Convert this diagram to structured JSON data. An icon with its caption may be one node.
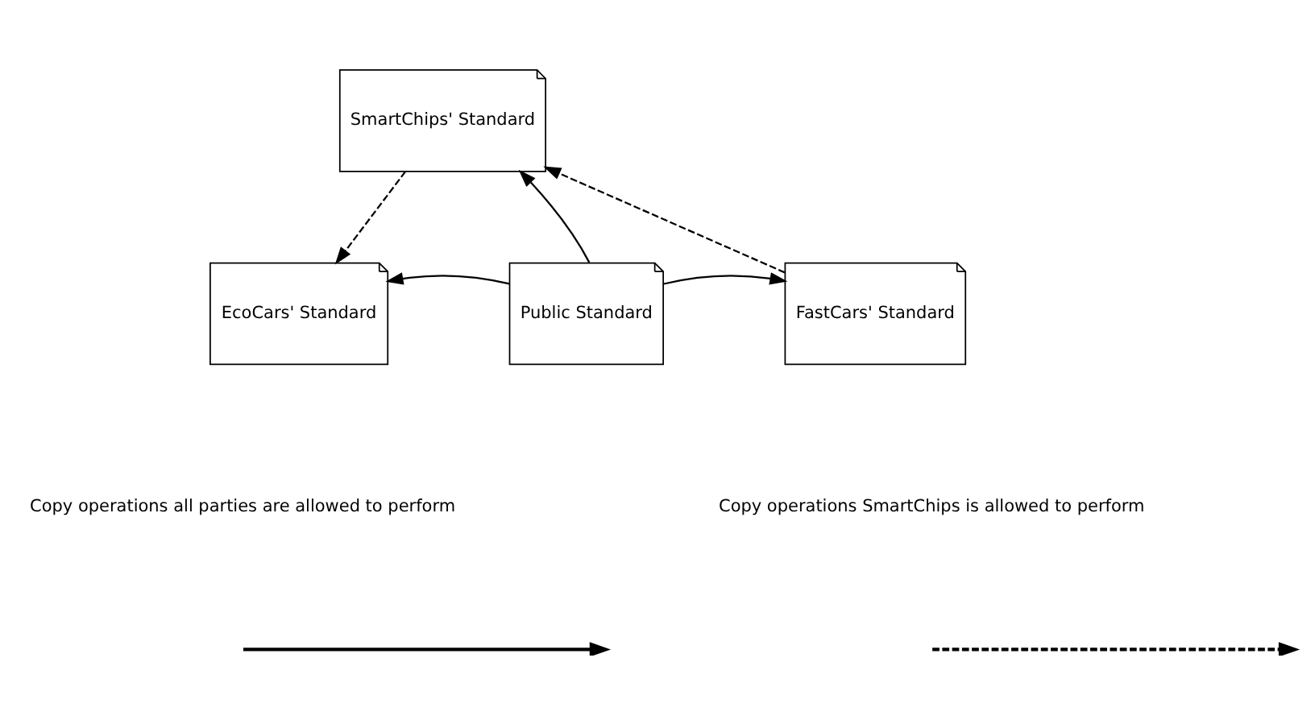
{
  "diagram": {
    "nodes": [
      {
        "text": [
          "SmartChips' Standard"
        ]
      },
      {
        "text": [
          "EcoCars' Standard"
        ]
      },
      {
        "text": [
          "Public Standard"
        ]
      },
      {
        "text": [
          "FastCars' Standard"
        ]
      }
    ],
    "edges": [
      {
        "from": 0,
        "to": 1,
        "arrow": "to",
        "style": "dashed"
      },
      {
        "from": 2,
        "to": 0,
        "arrow": "to"
      },
      {
        "from": 2,
        "to": 1,
        "arrow": "to"
      },
      {
        "from": 2,
        "to": 3,
        "arrow": "to"
      },
      {
        "from": 3,
        "to": 0,
        "arrow": "to",
        "style": "dashed"
      }
    ],
    "legend": [
      {
        "text": "Copy operations all parties are allowed to perform"
      },
      {
        "text": "Copy operations SmartChips is allowed to perform"
      }
    ]
  }
}
